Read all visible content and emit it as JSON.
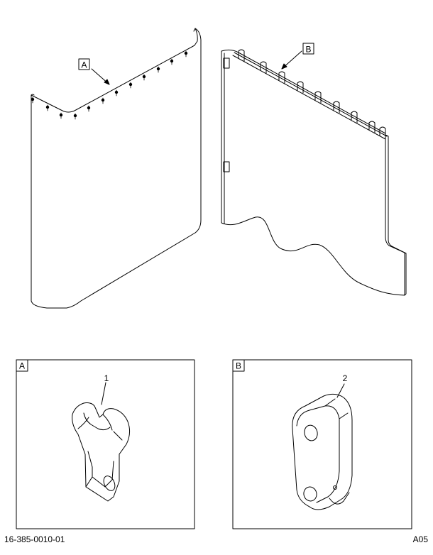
{
  "callouts": {
    "top_a": "A",
    "top_b": "B"
  },
  "details": {
    "a": {
      "letter": "A",
      "item_number": "1"
    },
    "b": {
      "letter": "B",
      "item_number": "2"
    }
  },
  "footer": {
    "drawing_number": "16-385-0010-01",
    "page_code": "A05"
  }
}
